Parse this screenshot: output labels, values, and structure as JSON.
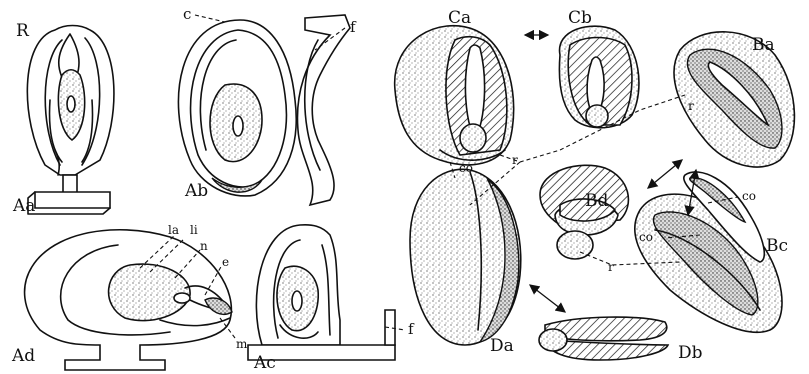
{
  "figure": {
    "mark_R": "R",
    "panels": {
      "Aa": "Aa",
      "Ab": "Ab",
      "Ac": "Ac",
      "Ad": "Ad",
      "Ba": "Ba",
      "Bc": "Bc",
      "Bd": "Bd",
      "Ca": "Ca",
      "Cb": "Cb",
      "Da": "Da",
      "Db": "Db"
    },
    "part_labels": {
      "c": "c",
      "f_top": "f",
      "f_bottom": "f",
      "la": "la",
      "li": "li",
      "n": "n",
      "e": "e",
      "m": "m",
      "r_top": "r",
      "r_mid": "r",
      "r_bottom": "r",
      "co_left": "co",
      "co_bc_upper": "co",
      "co_bc_lower": "co"
    }
  }
}
